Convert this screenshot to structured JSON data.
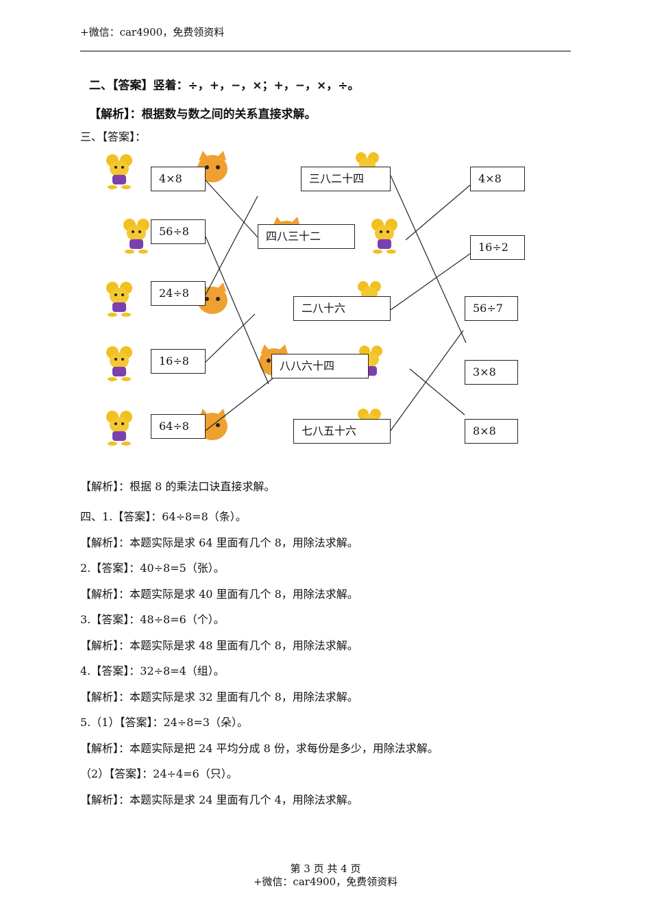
{
  "header": {
    "note": "+微信：car4900，免费领资料"
  },
  "section2": {
    "answer": "二、【答案】竖着：÷，+，−，×；+，−，×，÷。",
    "analysis": "【解析】：根据数与数之间的关系直接求解。"
  },
  "section3": {
    "heading": "三、【答案】：",
    "left_boxes": [
      "4×8",
      "56÷8",
      "24÷8",
      "16÷8",
      "64÷8"
    ],
    "middle_boxes": [
      "三八二十四",
      "四八三十二",
      "二八十六",
      "八八六十四",
      "七八五十六"
    ],
    "right_boxes": [
      "4×8",
      "16÷2",
      "56÷7",
      "3×8",
      "8×8"
    ],
    "analysis": "【解析】：根据 8 的乘法口诀直接求解。"
  },
  "section4": {
    "lines": [
      "四、1.【答案】：64÷8=8（条）。",
      "【解析】：本题实际是求 64 里面有几个 8，用除法求解。",
      "2.【答案】：40÷8=5（张）。",
      "【解析】：本题实际是求 40 里面有几个 8，用除法求解。",
      "3.【答案】：48÷8=6（个）。",
      "【解析】：本题实际是求 48 里面有几个 8，用除法求解。",
      "4.【答案】：32÷8=4（组）。",
      "【解析】：本题实际是求 32 里面有几个 8，用除法求解。",
      "5.（1）【答案】：24÷8=3（朵）。",
      "【解析】：本题实际是把 24 平均分成 8 份，求每份是多少，用除法求解。",
      "（2）【答案】：24÷4=6（只）。",
      "【解析】：本题实际是求 24 里面有几个 4，用除法求解。"
    ]
  },
  "footer": {
    "page": "第 3 页 共 4 页",
    "note": "+微信：car4900，免费领资料"
  },
  "colors": {
    "mouse": "#f2c020",
    "cat": "#f0a030",
    "line": "#222222"
  }
}
